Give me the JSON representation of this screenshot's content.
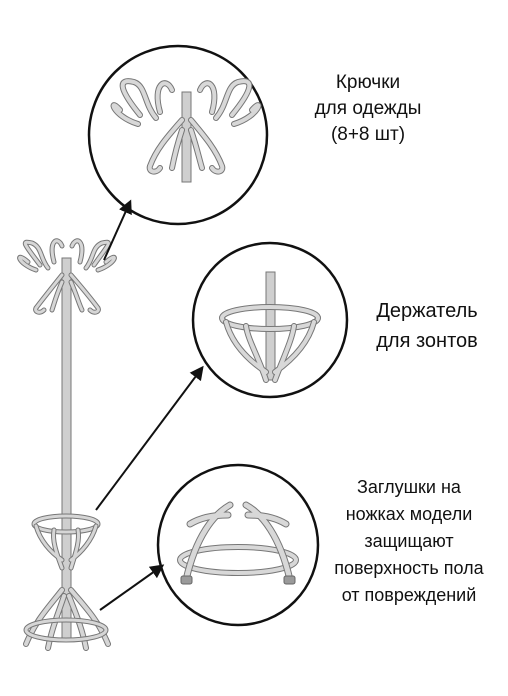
{
  "labels": {
    "hooks": [
      "Крючки",
      "для одежды",
      "(8+8 шт)"
    ],
    "umbrella": [
      "Держатель",
      "для зонтов"
    ],
    "caps": [
      "Заглушки на",
      "ножках модели",
      "защищают",
      "поверхность пола",
      "от повреждений"
    ]
  },
  "colors": {
    "metal": "#c8c8c8",
    "metal_edge": "#6f6f6f",
    "ink": "#111111",
    "background": "#ffffff"
  },
  "icons": [
    "coat-rack-illustration",
    "hooks-detail",
    "umbrella-holder-detail",
    "leg-caps-detail",
    "callout-arrow"
  ]
}
